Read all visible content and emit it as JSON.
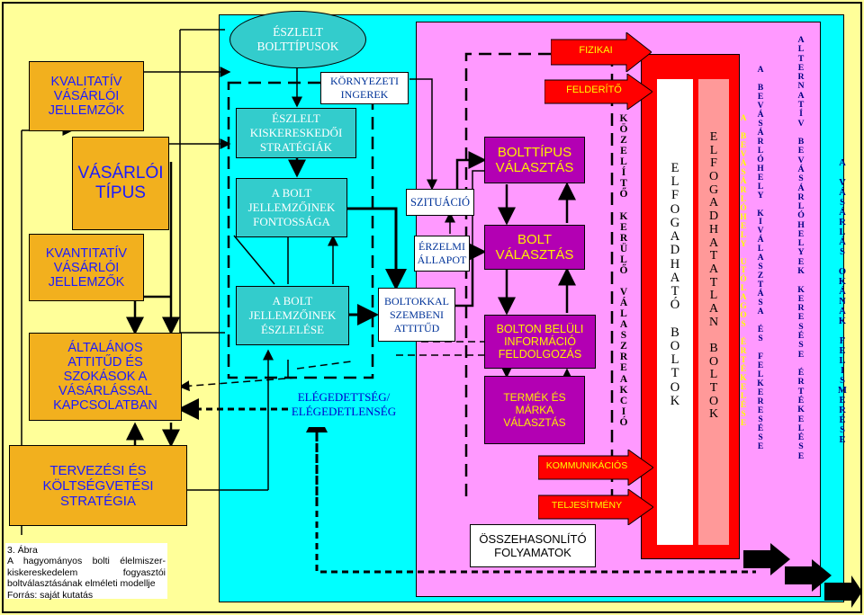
{
  "left_boxes": {
    "kvalitativ": "KVALITATÍV\nVÁSÁRLÓI\nJELLEMZŐK",
    "vasarloi_tipus": "VÁSÁRLÓI\nTÍPUS",
    "kvantitativ": "KVANTITATÍV\nVÁSÁRLÓI\nJELLEMZŐK",
    "altalanos": "ÁLTALÁNOS\nATTITŰD ÉS\nSZOKÁSOK A\nVÁSÁRLÁSSAL\nKAPCSOLATBAN",
    "tervezesi": "TERVEZÉSI ÉS\nKÖLTSÉGVETÉSI\nSTRATÉGIA"
  },
  "caption": {
    "figure": "3. Ábra",
    "text": "A hagyományos bolti élelmiszer-kiskereskedelem fogyasztói boltválasztásának elméleti modellje",
    "source": "Forrás: saját kutatás"
  },
  "middle": {
    "eszlelt_bolttipusok": "ÉSZLELT\nBOLTTÍPUSOK",
    "kornyezeti": "KÖRNYEZETI\nINGEREK",
    "kiskereskedoi": "ÉSZLELT\nKISKERESKEDŐI\nSTRATÉGIÁK",
    "fontossaga": "A BOLT\nJELLEMZŐINEK\nFONTOSSÁGA",
    "eszlelese": "A BOLT\nJELLEMZŐINEK\nÉSZLELÉSE",
    "elegedettseg": "ELÉGEDETTSÉG/\nELÉGEDETLENSÉG",
    "szituacio": "SZITUÁCIÓ",
    "erzelmi": "ÉRZELMI\nÁLLAPOT",
    "boltokkal": "BOLTOKKAL\nSZEMBENI\nATTITŰD"
  },
  "process": {
    "bolttipus": "BOLTTÍPUS\nVÁLASZTÁS",
    "bolt_valasztas": "BOLT\nVÁLASZTÁS",
    "bolton_beluli": "BOLTON BELÜLI\nINFORMÁCIÓ\nFELDOLGOZÁS",
    "termek": "TERMÉK ÉS\nMÁRKA\nVÁLASZTÁS",
    "osszehasonlito": "ÖSSZEHASONLÍTÓ\nFOLYAMATOK"
  },
  "right_arrows": {
    "fizikai": "FIZIKAI",
    "felderito": "FELDERÍTŐ",
    "kommunikacios": "KOMMUNIKÁCIÓS",
    "teljesitmeny": "TELJESÍTMÉNY"
  },
  "vertical": {
    "kozelito": "KÖZELÍTŐ KERÜLŐ VÁLASZREAKCIÓ",
    "elfogadhato": "ELFOGADHATÓ BOLTOK",
    "elfogadhatatlan": "ELFOGADHATATLAN BOLTOK",
    "a_bevasarlohely_utolagos": "A BEVÁSÁRLÓHELY UTÓLAGOS ÉRTÉKELÉSE",
    "a_bevasarlohely_kivalasztasa": "A BEVÁSÁRLÓHELY KIVÁLASZTÁSA ÉS FELKERESÉSE",
    "alternativ": "ALTERNATÍV BEVÁSÁRLÓHELYEK KERESÉSE ÉRTÉKELÉSE",
    "a_vasarlas": "A VÁSÁRLÁS OKÁNAK FELISMERÉSE"
  },
  "colors": {
    "background": "#ffff99",
    "cyan_panel": "#00ffff",
    "pink_panel": "#ff99ff",
    "red_panel": "#ff0000",
    "orange_box": "#f2b01e",
    "teal_box": "#33cccc",
    "purple_box": "#b300b3"
  }
}
